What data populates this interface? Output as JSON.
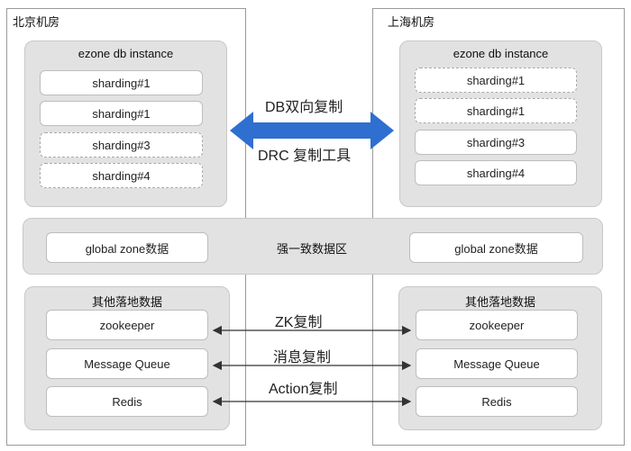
{
  "sites": {
    "left": {
      "title": "北京机房"
    },
    "right": {
      "title": "上海机房"
    }
  },
  "db_instance": {
    "title": "ezone db instance",
    "left_shards": [
      "sharding#1",
      "sharding#1",
      "sharding#3",
      "sharding#4"
    ],
    "right_shards": [
      "sharding#1",
      "sharding#1",
      "sharding#3",
      "sharding#4"
    ]
  },
  "replication": {
    "top_label": "DB双向复制",
    "bottom_label": "DRC 复制工具",
    "arrow_color": "#2e6fd0"
  },
  "global_zone": {
    "left_box": "global zone数据",
    "center_label": "强一致数据区",
    "right_box": "global zone数据"
  },
  "other_data": {
    "title": "其他落地数据",
    "items": [
      "zookeeper",
      "Message Queue",
      "Redis"
    ],
    "sync_labels": [
      "ZK复制",
      "消息复制",
      "Action复制"
    ]
  }
}
